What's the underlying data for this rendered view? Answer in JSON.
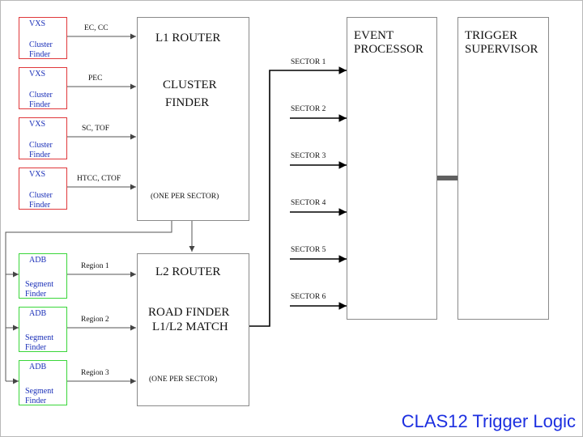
{
  "vxs_boxes": [
    {
      "title": "VXS",
      "line1": "Cluster",
      "line2": "Finder",
      "input": "EC, CC"
    },
    {
      "title": "VXS",
      "line1": "Cluster",
      "line2": "Finder",
      "input": "PEC"
    },
    {
      "title": "VXS",
      "line1": "Cluster",
      "line2": "Finder",
      "input": "SC, TOF"
    },
    {
      "title": "VXS",
      "line1": "Cluster",
      "line2": "Finder",
      "input": "HTCC, CTOF"
    }
  ],
  "adb_boxes": [
    {
      "title": "ADB",
      "line1": "Segment",
      "line2": "Finder",
      "input": "Region 1"
    },
    {
      "title": "ADB",
      "line1": "Segment",
      "line2": "Finder",
      "input": "Region 2"
    },
    {
      "title": "ADB",
      "line1": "Segment",
      "line2": "Finder",
      "input": "Region 3"
    }
  ],
  "l1_router": {
    "title": "L1 ROUTER",
    "line1": "CLUSTER",
    "line2": "FINDER",
    "note": "(ONE PER SECTOR)"
  },
  "l2_router": {
    "title": "L2 ROUTER",
    "line1": "ROAD FINDER",
    "line2": "L1/L2 MATCH",
    "note": "(ONE PER SECTOR)"
  },
  "sectors": [
    "SECTOR 1",
    "SECTOR 2",
    "SECTOR 3",
    "SECTOR 4",
    "SECTOR 5",
    "SECTOR 6"
  ],
  "event_processor": {
    "line1": "EVENT",
    "line2": "PROCESSOR"
  },
  "trigger_supervisor": {
    "line1": "TRIGGER",
    "line2": "SUPERVISOR"
  },
  "caption": "CLAS12 Trigger Logic",
  "colors": {
    "vxs_border": "#e0383b",
    "adb_border": "#3ad63a",
    "caption": "#1c2fe0",
    "box_text": "#1a2fb8"
  }
}
